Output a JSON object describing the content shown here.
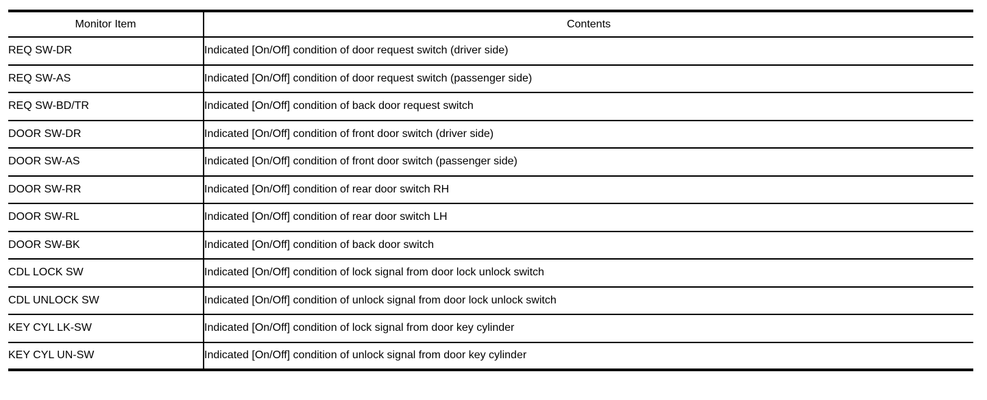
{
  "table": {
    "headers": [
      "Monitor Item",
      "Contents"
    ],
    "rows": [
      {
        "item": "REQ SW-DR",
        "contents": "Indicated [On/Off] condition of door request switch (driver side)"
      },
      {
        "item": "REQ SW-AS",
        "contents": "Indicated [On/Off] condition of door request switch (passenger side)"
      },
      {
        "item": "REQ SW-BD/TR",
        "contents": "Indicated [On/Off] condition of back door request switch"
      },
      {
        "item": "DOOR SW-DR",
        "contents": "Indicated [On/Off] condition of front door switch (driver side)"
      },
      {
        "item": "DOOR SW-AS",
        "contents": "Indicated [On/Off] condition of front door switch (passenger side)"
      },
      {
        "item": "DOOR SW-RR",
        "contents": "Indicated [On/Off] condition of rear door switch RH"
      },
      {
        "item": "DOOR SW-RL",
        "contents": "Indicated [On/Off] condition of rear door switch LH"
      },
      {
        "item": "DOOR SW-BK",
        "contents": "Indicated [On/Off] condition of back door switch"
      },
      {
        "item": "CDL LOCK SW",
        "contents": "Indicated [On/Off] condition of lock signal from door lock unlock switch"
      },
      {
        "item": "CDL UNLOCK SW",
        "contents": "Indicated [On/Off] condition of unlock signal from door lock unlock switch"
      },
      {
        "item": "KEY CYL LK-SW",
        "contents": "Indicated [On/Off] condition of lock signal from door key cylinder"
      },
      {
        "item": "KEY CYL UN-SW",
        "contents": "Indicated [On/Off] condition of unlock signal from door key cylinder"
      }
    ]
  },
  "colors": {
    "border": "#000000",
    "text": "#000000",
    "background": "#ffffff"
  }
}
